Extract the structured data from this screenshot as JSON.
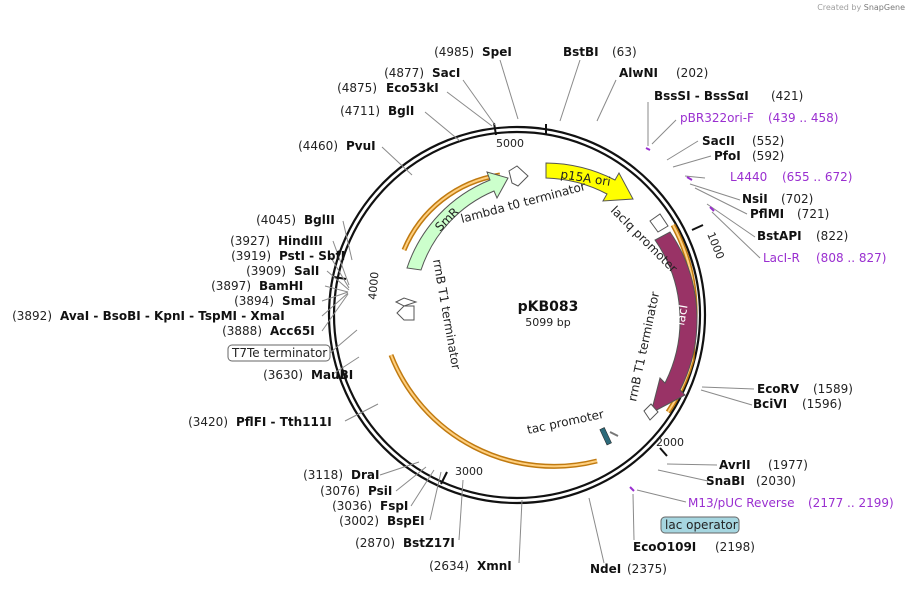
{
  "credit": {
    "prefix": "Created by",
    "brand": "SnapGene"
  },
  "plasmid": {
    "name": "pKB083",
    "length": "5099 bp"
  },
  "ticks": [
    "1000",
    "2000",
    "3000",
    "4000",
    "5000"
  ],
  "features": [
    {
      "id": "p15a",
      "label": "p15A ori",
      "color": "#ffff00"
    },
    {
      "id": "laci",
      "label": "lacI",
      "color": "#993366"
    },
    {
      "id": "smr",
      "label": "SmR",
      "color": "#ccffcc"
    },
    {
      "id": "lacIq",
      "label": "lacIq promoter"
    },
    {
      "id": "rrnb1",
      "label": "rrnB T1 terminator"
    },
    {
      "id": "rrnb2",
      "label": "rrnB T1 terminator"
    },
    {
      "id": "lambda",
      "label": "lambda t0 terminator"
    },
    {
      "id": "tac",
      "label": "tac promoter"
    }
  ],
  "boxes": [
    {
      "id": "t7te",
      "label": "T7Te terminator",
      "fill": "#ffffff"
    },
    {
      "id": "lacop",
      "label": "lac operator",
      "fill": "#a6d6e0"
    }
  ],
  "labels": [
    {
      "id": "spei",
      "name": "SpeI",
      "pos": "(4985)"
    },
    {
      "id": "bstbi",
      "name": "BstBI",
      "pos": "(63)"
    },
    {
      "id": "saci",
      "name": "SacI",
      "pos": "(4877)"
    },
    {
      "id": "alwni",
      "name": "AlwNI",
      "pos": "(202)"
    },
    {
      "id": "eco53ki",
      "name": "Eco53kI",
      "pos": "(4875)"
    },
    {
      "id": "bssi",
      "name": "BssSI  -  BssSαI",
      "pos": "(421)"
    },
    {
      "id": "bgli",
      "name": "BglI",
      "pos": "(4711)"
    },
    {
      "id": "pbr",
      "name": "pBR322ori-F",
      "pos": "(439 .. 458)",
      "primer": true
    },
    {
      "id": "pvui",
      "name": "PvuI",
      "pos": "(4460)"
    },
    {
      "id": "sacii",
      "name": "SacII",
      "pos": "(552)"
    },
    {
      "id": "pfoi",
      "name": "PfoI",
      "pos": "(592)"
    },
    {
      "id": "l4440",
      "name": "L4440",
      "pos": "(655 .. 672)",
      "primer": true
    },
    {
      "id": "nsii",
      "name": "NsiI",
      "pos": "(702)"
    },
    {
      "id": "pflmi",
      "name": "PflMI",
      "pos": "(721)"
    },
    {
      "id": "bglii",
      "name": "BglII",
      "pos": "(4045)"
    },
    {
      "id": "bstapi",
      "name": "BstAPI",
      "pos": "(822)"
    },
    {
      "id": "hindiii",
      "name": "HindIII",
      "pos": "(3927)"
    },
    {
      "id": "lacir",
      "name": "LacI-R",
      "pos": "(808 .. 827)",
      "primer": true
    },
    {
      "id": "psti",
      "name": "PstI  -  SbfI",
      "pos": "(3919)"
    },
    {
      "id": "sali",
      "name": "SalI",
      "pos": "(3909)"
    },
    {
      "id": "bamhi",
      "name": "BamHI",
      "pos": "(3897)"
    },
    {
      "id": "smai",
      "name": "SmaI",
      "pos": "(3894)"
    },
    {
      "id": "avai",
      "name": "AvaI  -  BsoBI  -  KpnI  -  TspMI  -  XmaI",
      "pos": "(3892)"
    },
    {
      "id": "acc65i",
      "name": "Acc65I",
      "pos": "(3888)"
    },
    {
      "id": "maubi",
      "name": "MauBI",
      "pos": "(3630)"
    },
    {
      "id": "ecorv",
      "name": "EcoRV",
      "pos": "(1589)"
    },
    {
      "id": "bcivi",
      "name": "BciVI",
      "pos": "(1596)"
    },
    {
      "id": "pflfi",
      "name": "PflFI  -  Tth111I",
      "pos": "(3420)"
    },
    {
      "id": "avrii",
      "name": "AvrII",
      "pos": "(1977)"
    },
    {
      "id": "snabi",
      "name": "SnaBI",
      "pos": "(2030)"
    },
    {
      "id": "drai",
      "name": "DraI",
      "pos": "(3118)"
    },
    {
      "id": "psii",
      "name": "PsiI",
      "pos": "(3076)"
    },
    {
      "id": "m13",
      "name": "M13/pUC Reverse",
      "pos": "(2177 .. 2199)",
      "primer": true
    },
    {
      "id": "fspi",
      "name": "FspI",
      "pos": "(3036)"
    },
    {
      "id": "bspei",
      "name": "BspEI",
      "pos": "(3002)"
    },
    {
      "id": "ecoo109i",
      "name": "EcoO109I",
      "pos": "(2198)"
    },
    {
      "id": "bstz17i",
      "name": "BstZ17I",
      "pos": "(2870)"
    },
    {
      "id": "xmni",
      "name": "XmnI",
      "pos": "(2634)"
    },
    {
      "id": "ndei",
      "name": "NdeI",
      "pos": "(2375)"
    }
  ]
}
